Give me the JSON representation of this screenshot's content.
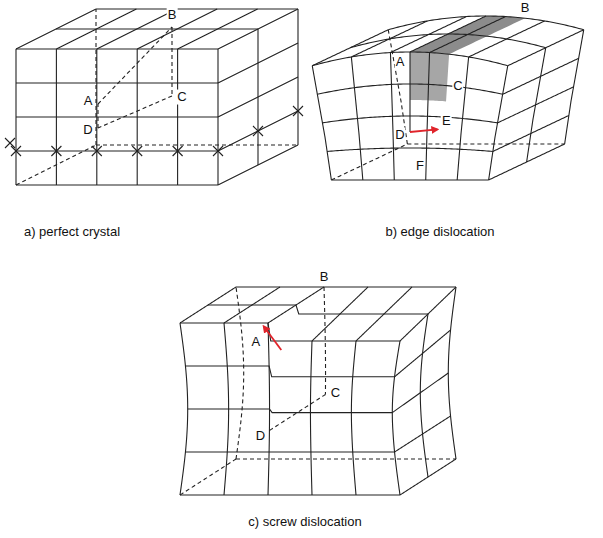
{
  "diagram": {
    "labels": [
      "B",
      "A",
      "C",
      "D",
      "B",
      "A",
      "C",
      "E",
      "D",
      "F",
      "a) perfect crystal",
      "b) edge dislocation",
      "B",
      "A",
      "C",
      "D",
      "c) screw dislocation"
    ]
  }
}
